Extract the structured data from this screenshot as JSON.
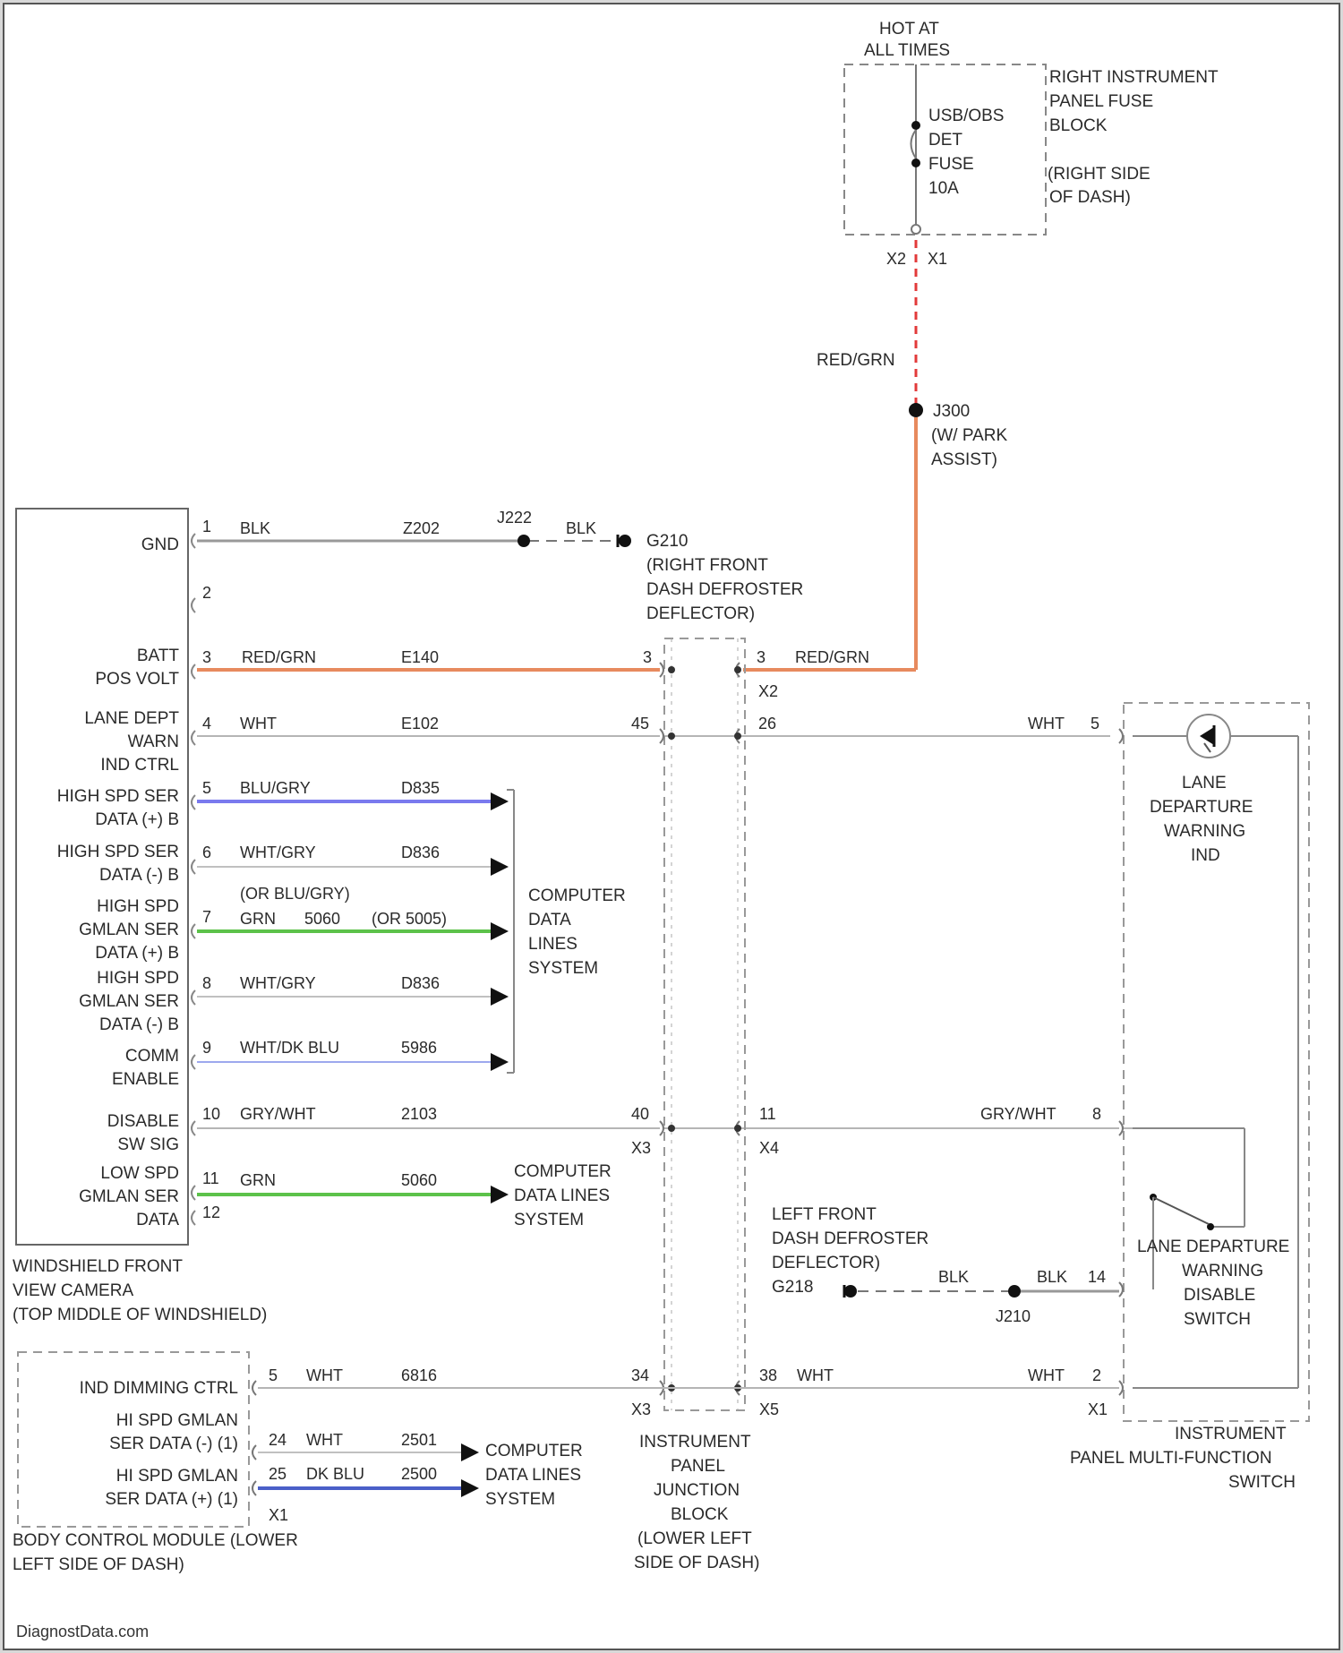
{
  "fuse_block": {
    "hot": [
      "HOT AT",
      "ALL TIMES"
    ],
    "title": [
      "RIGHT INSTRUMENT",
      "PANEL FUSE",
      "BLOCK"
    ],
    "location": [
      "(RIGHT SIDE",
      "OF DASH)"
    ],
    "fuse": [
      "USB/OBS",
      "DET",
      "FUSE",
      "10A"
    ],
    "pin_x2": "X2",
    "pin_x1": "X1"
  },
  "splice_j300": [
    "J300",
    "(W/ PARK",
    "ASSIST)"
  ],
  "wire_red_grn_vertical": "RED/GRN",
  "camera": {
    "name": [
      "WINDSHIELD FRONT",
      "VIEW CAMERA",
      "(TOP MIDDLE OF WINDSHIELD)"
    ],
    "pins": [
      {
        "label": [
          "GND"
        ],
        "pin": "1",
        "color": "BLK",
        "circuit": "Z202"
      },
      {
        "label": [],
        "pin": "2",
        "color": "",
        "circuit": ""
      },
      {
        "label": [
          "BATT",
          "POS VOLT"
        ],
        "pin": "3",
        "color": "RED/GRN",
        "circuit": "E140"
      },
      {
        "label": [
          "LANE DEPT",
          "WARN",
          "IND CTRL"
        ],
        "pin": "4",
        "color": "WHT",
        "circuit": "E102"
      },
      {
        "label": [
          "HIGH SPD SER",
          "DATA (+) B"
        ],
        "pin": "5",
        "color": "BLU/GRY",
        "circuit": "D835"
      },
      {
        "label": [
          "HIGH SPD SER",
          "DATA (-) B"
        ],
        "pin": "6",
        "color": "WHT/GRY",
        "circuit": "D836"
      },
      {
        "label": [
          "HIGH SPD",
          "GMLAN SER",
          "DATA (+) B"
        ],
        "pin": "7",
        "color": "GRN",
        "circuit": "5060"
      },
      {
        "label": [
          "HIGH SPD",
          "GMLAN SER",
          "DATA (-) B"
        ],
        "pin": "8",
        "color": "WHT/GRY",
        "circuit": "D836"
      },
      {
        "label": [
          "COMM",
          "ENABLE"
        ],
        "pin": "9",
        "color": "WHT/DK BLU",
        "circuit": "5986"
      },
      {
        "label": [
          "DISABLE",
          "SW SIG"
        ],
        "pin": "10",
        "color": "GRY/WHT",
        "circuit": "2103"
      },
      {
        "label": [
          "LOW SPD",
          "GMLAN SER",
          "DATA"
        ],
        "pin": "11",
        "color": "GRN",
        "circuit": "5060"
      },
      {
        "label": [],
        "pin": "12",
        "color": "",
        "circuit": ""
      }
    ],
    "pin7_alt_color": "(OR BLU/GRY)",
    "pin7_alt_circuit": "(OR 5005)"
  },
  "ground_g210": {
    "splice": "J222",
    "color": "BLK",
    "name": [
      "G210",
      "(RIGHT FRONT",
      "DASH DEFROSTER",
      "DEFLECTOR)"
    ]
  },
  "ground_g218": {
    "name": [
      "LEFT FRONT",
      "DASH DEFROSTER",
      "DEFLECTOR)",
      "G218"
    ],
    "color_left": "BLK",
    "color_right": "BLK",
    "splice": "J210",
    "pin": "14"
  },
  "computer_data_1": [
    "COMPUTER",
    "DATA",
    "LINES",
    "SYSTEM"
  ],
  "computer_data_2": [
    "COMPUTER",
    "DATA LINES",
    "SYSTEM"
  ],
  "computer_data_3": [
    "COMPUTER",
    "DATA LINES",
    "SYSTEM"
  ],
  "junction_block": {
    "name": [
      "INSTRUMENT",
      "PANEL",
      "JUNCTION",
      "BLOCK",
      "(LOWER LEFT",
      "SIDE OF DASH)"
    ],
    "row_batt": {
      "in_pin": "3",
      "out_pin": "3",
      "out_conn": "X2",
      "out_color": "RED/GRN"
    },
    "row_lane": {
      "in_pin": "45",
      "out_pin": "26",
      "color": "WHT",
      "dest_pin": "5"
    },
    "row_disable": {
      "in_pin": "40",
      "in_conn": "X3",
      "out_pin": "11",
      "out_conn": "X4",
      "color": "GRY/WHT",
      "dest_pin": "8"
    },
    "row_dim": {
      "in_pin": "34",
      "in_conn": "X3",
      "out_pin": "38",
      "out_conn": "X5",
      "out_color": "WHT",
      "dest_color": "WHT",
      "dest_pin": "2",
      "dest_conn": "X1"
    }
  },
  "multifunction": {
    "name": [
      "INSTRUMENT",
      "PANEL MULTI-FUNCTION",
      "SWITCH"
    ],
    "indicator": [
      "LANE",
      "DEPARTURE",
      "WARNING",
      "IND"
    ],
    "switch": [
      "LANE DEPARTURE",
      "WARNING",
      "DISABLE",
      "SWITCH"
    ]
  },
  "bcm": {
    "name": [
      "BODY CONTROL MODULE (LOWER",
      "LEFT SIDE OF DASH)"
    ],
    "conn": "X1",
    "rows": [
      {
        "label": [
          "IND DIMMING CTRL"
        ],
        "pin": "5",
        "color": "WHT",
        "circuit": "6816"
      },
      {
        "label": [
          "HI SPD GMLAN",
          "SER DATA (-) (1)"
        ],
        "pin": "24",
        "color": "WHT",
        "circuit": "2501"
      },
      {
        "label": [
          "HI SPD GMLAN",
          "SER DATA (+) (1)"
        ],
        "pin": "25",
        "color": "DK BLU",
        "circuit": "2500"
      }
    ]
  },
  "watermark": "DiagnostData.com"
}
